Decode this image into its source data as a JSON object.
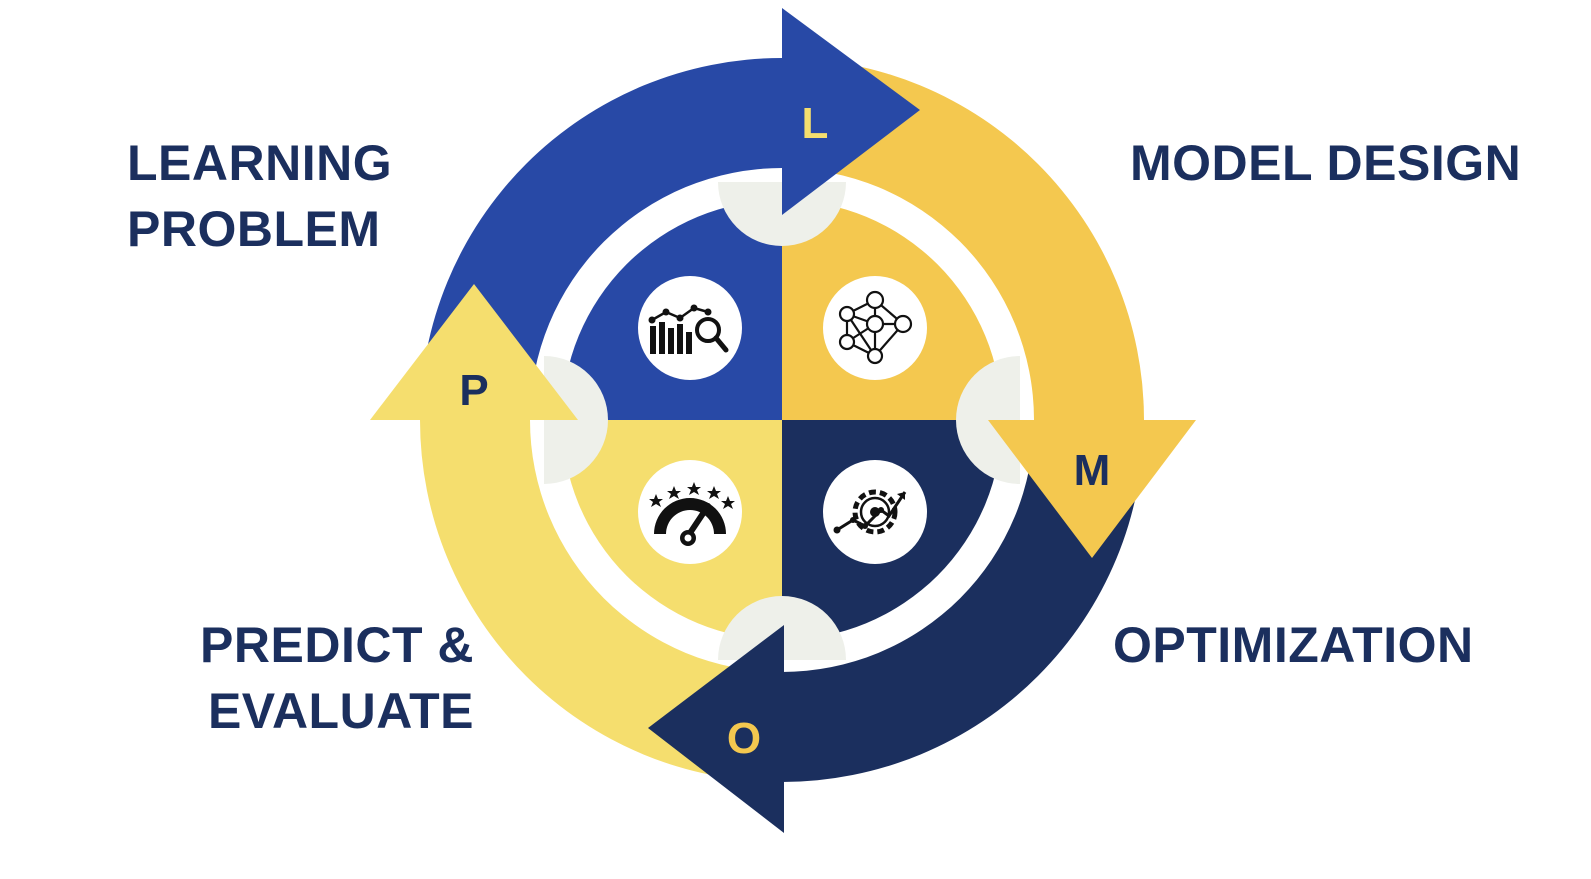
{
  "colors": {
    "blue": "#2849a6",
    "navy": "#1b2f5e",
    "gold": "#f4c84f",
    "pale_gold": "#f5de6e",
    "connector_grey": "#eef0ea",
    "label_text": "#1b2f5e"
  },
  "stages": [
    {
      "letter": "L",
      "title_lines": [
        "LEARNING",
        "PROBLEM"
      ],
      "icon": "chart-magnifier-icon",
      "color": "#2849a6"
    },
    {
      "letter": "M",
      "title_lines": [
        "MODEL DESIGN"
      ],
      "icon": "neural-network-icon",
      "color": "#f4c84f"
    },
    {
      "letter": "O",
      "title_lines": [
        "OPTIMIZATION"
      ],
      "icon": "gear-trend-icon",
      "color": "#1b2f5e"
    },
    {
      "letter": "P",
      "title_lines": [
        "PREDICT &",
        "EVALUATE"
      ],
      "icon": "gauge-stars-icon",
      "color": "#f5de6e"
    }
  ]
}
